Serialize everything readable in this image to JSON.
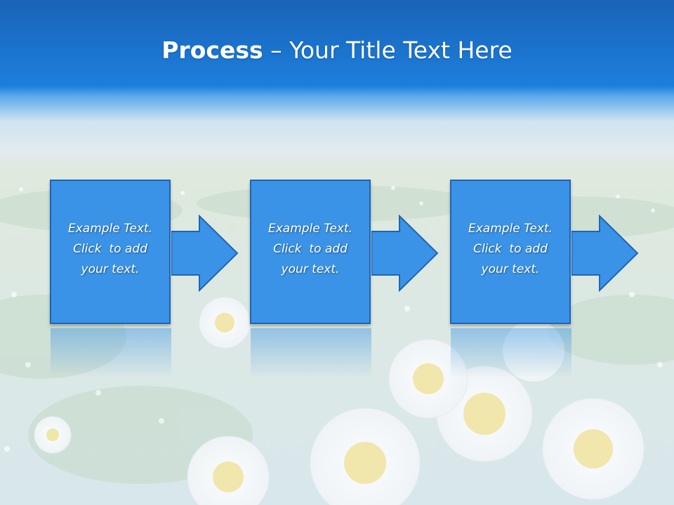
{
  "title": {
    "bold": "Process",
    "dash": " – ",
    "rest": "Your Title Text Here"
  },
  "steps": [
    {
      "line1": "Example Text.",
      "line2": "Click  to add",
      "line3": "your text."
    },
    {
      "line1": "Example Text.",
      "line2": "Click  to add",
      "line3": "your text."
    },
    {
      "line1": "Example Text.",
      "line2": "Click  to add",
      "line3": "your text."
    }
  ],
  "colors": {
    "header": "#1b7ad6",
    "box": "#3a93e6",
    "box_border": "#1f64b4",
    "text": "#ffffff"
  }
}
